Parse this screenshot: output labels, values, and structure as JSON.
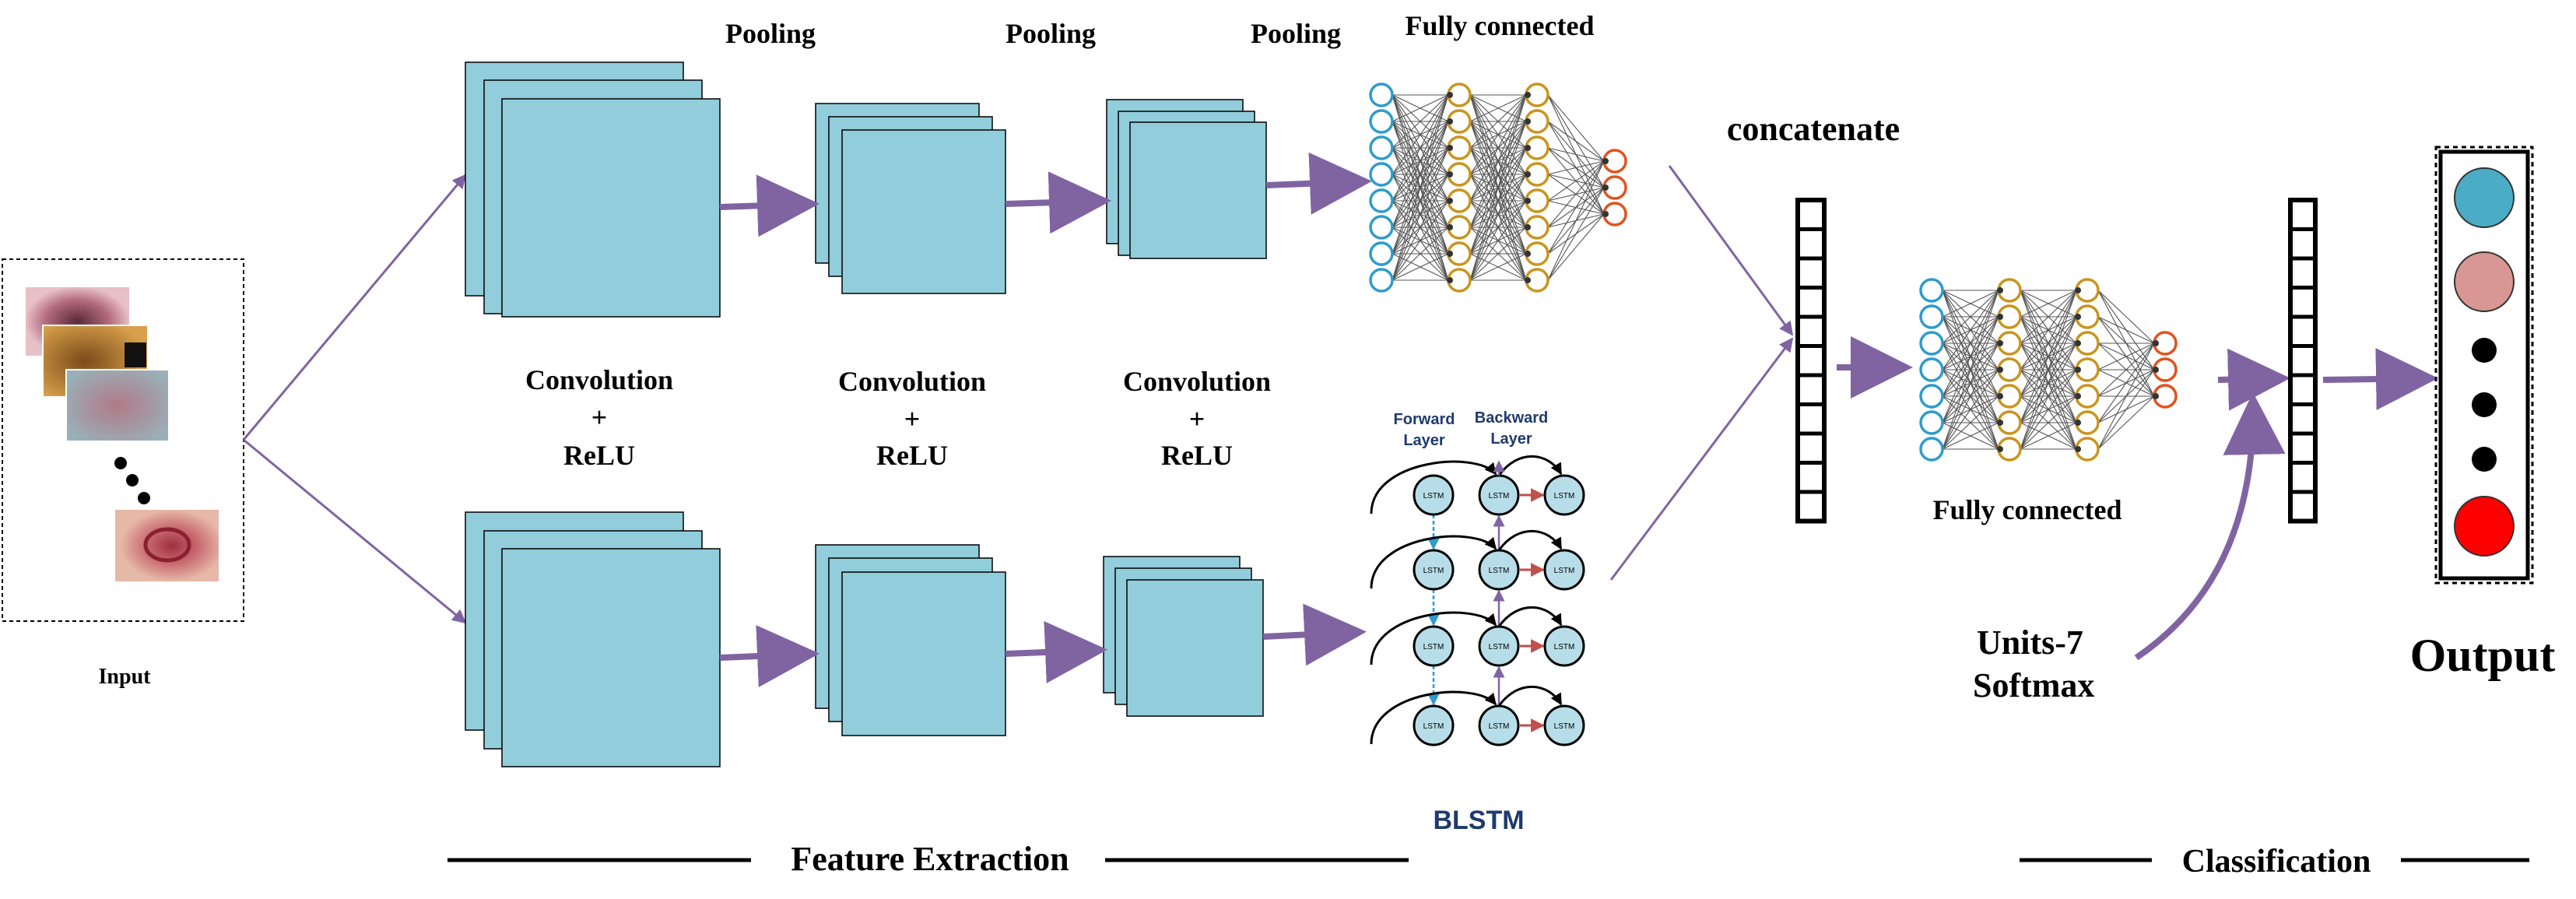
{
  "labels": {
    "input": "Input",
    "pooling": [
      "Pooling",
      "Pooling",
      "Pooling"
    ],
    "fully_connected_top": "Fully connected",
    "concatenate": "concatenate",
    "conv_relu": [
      {
        "line1": "Convolution",
        "plus": "+",
        "line2": "ReLU"
      },
      {
        "line1": "Convolution",
        "plus": "+",
        "line2": "ReLU"
      },
      {
        "line1": "Convolution",
        "plus": "+",
        "line2": "ReLU"
      }
    ],
    "forward_layer": [
      "Forward",
      "Layer"
    ],
    "backward_layer": [
      "Backward",
      "Layer"
    ],
    "lstm_cell": "LSTM",
    "blstm": "BLSTM",
    "fully_connected_bottom": "Fully connected",
    "units": "Units-7",
    "softmax": "Softmax",
    "output": "Output",
    "feature_extraction": "Feature Extraction",
    "classification": "Classification"
  },
  "colors": {
    "feature_map_fill": "#92cddc",
    "arrow_purple": "#8064a2",
    "node_blue": "#2e9ccc",
    "node_gold": "#c9951f",
    "node_red": "#e0531f",
    "lstm_fill": "#b7dde8",
    "blstm_text": "#1f3a6e",
    "output_cyan": "#4bacc6",
    "output_pink": "#d99694",
    "output_red": "#ff0000"
  }
}
